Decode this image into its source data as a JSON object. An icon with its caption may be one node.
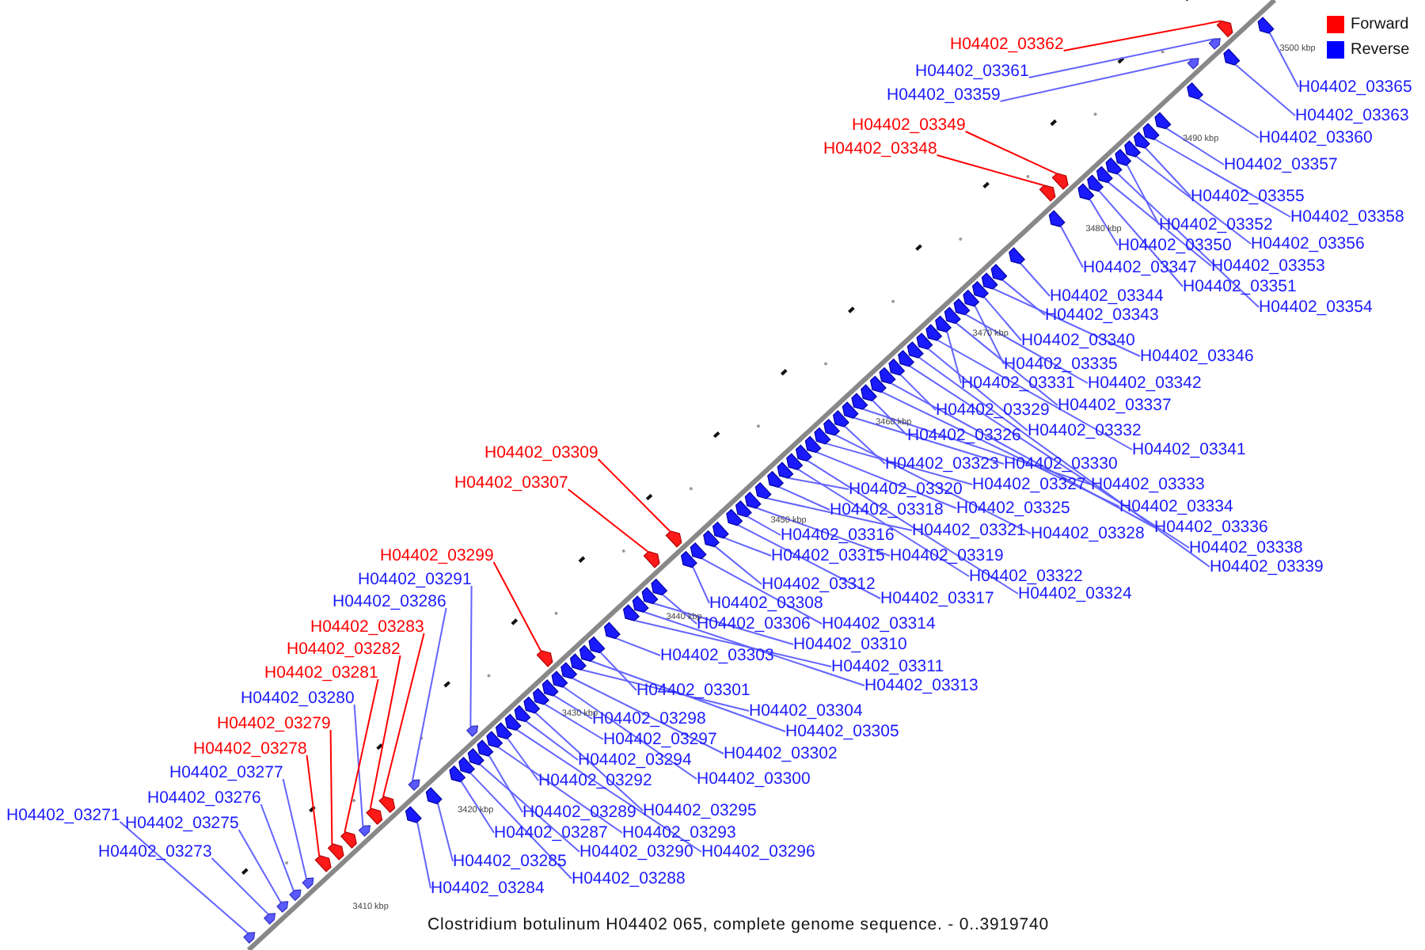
{
  "diagram": {
    "caption": "Clostridium botulinum H04402 065, complete genome sequence. - 0..3919740",
    "nodes": [
      {
        "text": [
          "H04402_03362"
        ]
      },
      {
        "text": [
          "H04402_03361"
        ]
      },
      {
        "text": [
          "H04402_03359"
        ]
      },
      {
        "text": [
          "H04402_03349"
        ]
      },
      {
        "text": [
          "H04402_03348"
        ]
      },
      {
        "text": [
          "H04402_03309"
        ]
      },
      {
        "text": [
          "H04402_03307"
        ]
      },
      {
        "text": [
          "H04402_03299"
        ]
      },
      {
        "text": [
          "H04402_03291"
        ]
      },
      {
        "text": [
          "H04402_03286"
        ]
      },
      {
        "text": [
          "H04402_03283"
        ]
      },
      {
        "text": [
          "H04402_03282"
        ]
      },
      {
        "text": [
          "H04402_03281"
        ]
      },
      {
        "text": [
          "H04402_03280"
        ]
      },
      {
        "text": [
          "H04402_03279"
        ]
      },
      {
        "text": [
          "H04402_03278"
        ]
      },
      {
        "text": [
          "H04402_03277"
        ]
      },
      {
        "text": [
          "H04402_03276"
        ]
      },
      {
        "text": [
          "H04402_03271"
        ]
      },
      {
        "text": [
          "H04402_03275"
        ]
      },
      {
        "text": [
          "H04402_03273"
        ]
      },
      {
        "text": [
          "H04402_03284"
        ]
      },
      {
        "text": [
          "H04402_03285"
        ]
      },
      {
        "text": [
          "H04402_03288"
        ]
      },
      {
        "text": [
          "H04402_03290"
        ]
      },
      {
        "text": [
          "H04402_03287"
        ]
      },
      {
        "text": [
          "H04402_03293"
        ]
      },
      {
        "text": [
          "H04402_03296"
        ]
      },
      {
        "text": [
          "H04402_03289"
        ]
      },
      {
        "text": [
          "H04402_03295"
        ]
      },
      {
        "text": [
          "H04402_03292"
        ]
      },
      {
        "text": [
          "H04402_03300"
        ]
      },
      {
        "text": [
          "H04402_03294"
        ]
      },
      {
        "text": [
          "H04402_03302"
        ]
      },
      {
        "text": [
          "H04402_03297"
        ]
      },
      {
        "text": [
          "H04402_03298"
        ]
      },
      {
        "text": [
          "H04402_03305"
        ]
      },
      {
        "text": [
          "H04402_03304"
        ]
      },
      {
        "text": [
          "H04402_03301"
        ]
      },
      {
        "text": [
          "H04402_03313"
        ]
      },
      {
        "text": [
          "H04402_03311"
        ]
      },
      {
        "text": [
          "H04402_03303"
        ]
      },
      {
        "text": [
          "H04402_03310"
        ]
      },
      {
        "text": [
          "H04402_03306"
        ]
      },
      {
        "text": [
          "H04402_03314"
        ]
      },
      {
        "text": [
          "H04402_03308"
        ]
      },
      {
        "text": [
          "H04402_03317"
        ]
      },
      {
        "text": [
          "H04402_03312"
        ]
      },
      {
        "text": [
          "H04402_03315"
        ]
      },
      {
        "text": [
          "H04402_03319"
        ]
      },
      {
        "text": [
          "H04402_03316"
        ]
      },
      {
        "text": [
          "H04402_03324"
        ]
      },
      {
        "text": [
          "H04402_03322"
        ]
      },
      {
        "text": [
          "H04402_03321"
        ]
      },
      {
        "text": [
          "H04402_03318"
        ]
      },
      {
        "text": [
          "H04402_03325"
        ]
      },
      {
        "text": [
          "H04402_03320"
        ]
      },
      {
        "text": [
          "H04402_03328"
        ]
      },
      {
        "text": [
          "H04402_03327"
        ]
      },
      {
        "text": [
          "H04402_03323"
        ]
      },
      {
        "text": [
          "H04402_03330"
        ]
      },
      {
        "text": [
          "H04402_03333"
        ]
      },
      {
        "text": [
          "H04402_03334"
        ]
      },
      {
        "text": [
          "H04402_03336"
        ]
      },
      {
        "text": [
          "H04402_03338"
        ]
      },
      {
        "text": [
          "H04402_03339"
        ]
      },
      {
        "text": [
          "H04402_03326"
        ]
      },
      {
        "text": [
          "H04402_03332"
        ]
      },
      {
        "text": [
          "H04402_03341"
        ]
      },
      {
        "text": [
          "H04402_03329"
        ]
      },
      {
        "text": [
          "H04402_03337"
        ]
      },
      {
        "text": [
          "H04402_03331"
        ]
      },
      {
        "text": [
          "H04402_03342"
        ]
      },
      {
        "text": [
          "H04402_03335"
        ]
      },
      {
        "text": [
          "H04402_03346"
        ]
      },
      {
        "text": [
          "H04402_03340"
        ]
      },
      {
        "text": [
          "H04402_03343"
        ]
      },
      {
        "text": [
          "H04402_03344"
        ]
      },
      {
        "text": [
          "H04402_03354"
        ]
      },
      {
        "text": [
          "H04402_03351"
        ]
      },
      {
        "text": [
          "H04402_03347"
        ]
      },
      {
        "text": [
          "H04402_03353"
        ]
      },
      {
        "text": [
          "H04402_03350"
        ]
      },
      {
        "text": [
          "H04402_03356"
        ]
      },
      {
        "text": [
          "H04402_03352"
        ]
      },
      {
        "text": [
          "H04402_03358"
        ]
      },
      {
        "text": [
          "H04402_03355"
        ]
      },
      {
        "text": [
          "H04402_03357"
        ]
      },
      {
        "text": [
          "H04402_03360"
        ]
      },
      {
        "text": [
          "H04402_03363"
        ]
      },
      {
        "text": [
          "H04402_03365"
        ]
      },
      {
        "text": [],
        "shape": "arrow"
      },
      {
        "text": [],
        "shape": "arrow"
      },
      {
        "text": [],
        "shape": "arrow"
      },
      {
        "text": [],
        "shape": "arrow"
      },
      {
        "text": [],
        "shape": "arrow"
      },
      {
        "text": [],
        "shape": "arrow"
      },
      {
        "text": [],
        "shape": "arrow"
      },
      {
        "text": [],
        "shape": "arrow"
      },
      {
        "text": [],
        "shape": "arrow"
      },
      {
        "text": [],
        "shape": "arrow"
      },
      {
        "text": [],
        "shape": "arrow"
      },
      {
        "text": [],
        "shape": "arrow"
      },
      {
        "text": [],
        "shape": "arrow"
      },
      {
        "text": [],
        "shape": "arrow"
      },
      {
        "text": [],
        "shape": "arrow"
      },
      {
        "text": [],
        "shape": "arrow"
      },
      {
        "text": [],
        "shape": "arrow"
      },
      {
        "text": [],
        "shape": "arrow"
      },
      {
        "text": [],
        "shape": "arrow"
      },
      {
        "text": [],
        "shape": "arrow"
      },
      {
        "text": [],
        "shape": "arrow"
      },
      {
        "text": [],
        "shape": "arrow"
      },
      {
        "text": [],
        "shape": "arrow"
      },
      {
        "text": [],
        "shape": "arrow"
      },
      {
        "text": [],
        "shape": "arrow"
      },
      {
        "text": [],
        "shape": "arrow"
      },
      {
        "text": [],
        "shape": "arrow"
      },
      {
        "text": [],
        "shape": "arrow"
      },
      {
        "text": [],
        "shape": "arrow"
      },
      {
        "text": [],
        "shape": "arrow"
      },
      {
        "text": [],
        "shape": "arrow"
      },
      {
        "text": [],
        "shape": "arrow"
      },
      {
        "text": [],
        "shape": "arrow"
      },
      {
        "text": [],
        "shape": "arrow"
      },
      {
        "text": [],
        "shape": "arrow"
      },
      {
        "text": [],
        "shape": "arrow"
      },
      {
        "text": [],
        "shape": "arrow"
      },
      {
        "text": [],
        "shape": "arrow"
      },
      {
        "text": [],
        "shape": "arrow"
      },
      {
        "text": [],
        "shape": "arrow"
      },
      {
        "text": [],
        "shape": "arrow"
      },
      {
        "text": [],
        "shape": "arrow"
      },
      {
        "text": [],
        "shape": "arrow"
      },
      {
        "text": [],
        "shape": "arrow"
      },
      {
        "text": [],
        "shape": "arrow"
      },
      {
        "text": [],
        "shape": "arrow"
      },
      {
        "text": [],
        "shape": "arrow"
      },
      {
        "text": [],
        "shape": "arrow"
      },
      {
        "text": [],
        "shape": "arrow"
      },
      {
        "text": [],
        "shape": "arrow"
      },
      {
        "text": [],
        "shape": "arrow"
      },
      {
        "text": [],
        "shape": "arrow"
      },
      {
        "text": [],
        "shape": "arrow"
      },
      {
        "text": [],
        "shape": "arrow"
      },
      {
        "text": [],
        "shape": "arrow"
      },
      {
        "text": [],
        "shape": "arrow"
      },
      {
        "text": [],
        "shape": "arrow"
      },
      {
        "text": [],
        "shape": "arrow"
      },
      {
        "text": [],
        "shape": "arrow"
      },
      {
        "text": [],
        "shape": "arrow"
      },
      {
        "text": [],
        "shape": "arrow"
      },
      {
        "text": [],
        "shape": "arrow"
      },
      {
        "text": [],
        "shape": "arrow"
      },
      {
        "text": [],
        "shape": "arrow"
      },
      {
        "text": [],
        "shape": "arrow"
      },
      {
        "text": [],
        "shape": "arrow"
      },
      {
        "text": [],
        "shape": "arrow"
      },
      {
        "text": [],
        "shape": "arrow"
      },
      {
        "text": [],
        "shape": "arrow"
      },
      {
        "text": [],
        "shape": "arrow"
      },
      {
        "text": [],
        "shape": "arrow"
      },
      {
        "text": [],
        "shape": "arrow"
      },
      {
        "text": [],
        "shape": "arrow"
      },
      {
        "text": [],
        "shape": "arrow"
      },
      {
        "text": [],
        "shape": "arrow"
      },
      {
        "text": [],
        "shape": "arrow"
      },
      {
        "text": [],
        "shape": "arrow"
      },
      {
        "text": [],
        "shape": "arrow"
      },
      {
        "text": [],
        "shape": "arrow"
      },
      {
        "text": [],
        "shape": "arrow"
      },
      {
        "text": [],
        "shape": "arrow"
      },
      {
        "text": [],
        "shape": "arrow"
      },
      {
        "text": [],
        "shape": "arrow"
      },
      {
        "text": [],
        "shape": "arrow"
      },
      {
        "text": [],
        "shape": "arrow"
      },
      {
        "text": [],
        "shape": "arrow"
      },
      {
        "text": [],
        "shape": "arrow"
      },
      {
        "text": [],
        "shape": "arrow"
      },
      {
        "text": [],
        "shape": "arrow"
      },
      {
        "text": [],
        "shape": "arrow"
      },
      {
        "text": [],
        "shape": "arrow"
      }
    ],
    "edges": [
      {
        "from": 0,
        "to": 180,
        "arrow": "none",
        "color": "#ff0000"
      },
      {
        "from": 1,
        "to": 179,
        "arrow": "none"
      },
      {
        "from": 2,
        "to": 177,
        "arrow": "none"
      },
      {
        "from": 3,
        "to": 166,
        "arrow": "none",
        "color": "#ff0000"
      },
      {
        "from": 4,
        "to": 165,
        "arrow": "none",
        "color": "#ff0000"
      },
      {
        "from": 5,
        "to": 131,
        "arrow": "none",
        "color": "#ff0000"
      },
      {
        "from": 6,
        "to": 128,
        "arrow": "none",
        "color": "#ff0000"
      },
      {
        "from": 7,
        "to": 119,
        "arrow": "none",
        "color": "#ff0000"
      },
      {
        "from": 8,
        "to": 110,
        "arrow": "none"
      },
      {
        "from": 9,
        "to": 103,
        "arrow": "none"
      },
      {
        "from": 10,
        "to": 101,
        "arrow": "none",
        "color": "#ff0000"
      },
      {
        "from": 11,
        "to": 100,
        "arrow": "none",
        "color": "#ff0000"
      },
      {
        "from": 12,
        "to": 98,
        "arrow": "none",
        "color": "#ff0000"
      },
      {
        "from": 13,
        "to": 99,
        "arrow": "none"
      },
      {
        "from": 14,
        "to": 97,
        "arrow": "none",
        "color": "#ff0000"
      },
      {
        "from": 15,
        "to": 96,
        "arrow": "none",
        "color": "#ff0000"
      },
      {
        "from": 16,
        "to": 95,
        "arrow": "none"
      },
      {
        "from": 17,
        "to": 94,
        "arrow": "none"
      },
      {
        "from": 18,
        "to": 91,
        "arrow": "none"
      },
      {
        "from": 19,
        "to": 93,
        "arrow": "none"
      },
      {
        "from": 20,
        "to": 92,
        "arrow": "none"
      },
      {
        "from": 21,
        "to": 102,
        "arrow": "none"
      },
      {
        "from": 22,
        "to": 104,
        "arrow": "none"
      },
      {
        "from": 23,
        "to": 106,
        "arrow": "none"
      },
      {
        "from": 24,
        "to": 107,
        "arrow": "none"
      },
      {
        "from": 25,
        "to": 105,
        "arrow": "none"
      },
      {
        "from": 26,
        "to": 109,
        "arrow": "none"
      },
      {
        "from": 27,
        "to": 112,
        "arrow": "none"
      },
      {
        "from": 28,
        "to": 108,
        "arrow": "none"
      },
      {
        "from": 29,
        "to": 114,
        "arrow": "none"
      },
      {
        "from": 30,
        "to": 111,
        "arrow": "none"
      },
      {
        "from": 31,
        "to": 117,
        "arrow": "none"
      },
      {
        "from": 32,
        "to": 113,
        "arrow": "none"
      },
      {
        "from": 33,
        "to": 118,
        "arrow": "none"
      },
      {
        "from": 34,
        "to": 115,
        "arrow": "none"
      },
      {
        "from": 35,
        "to": 116,
        "arrow": "none"
      },
      {
        "from": 36,
        "to": 121,
        "arrow": "none"
      },
      {
        "from": 37,
        "to": 120,
        "arrow": "none"
      },
      {
        "from": 38,
        "to": 122,
        "arrow": "none"
      },
      {
        "from": 39,
        "to": 125,
        "arrow": "none"
      },
      {
        "from": 40,
        "to": 124,
        "arrow": "none"
      },
      {
        "from": 41,
        "to": 123,
        "arrow": "none"
      },
      {
        "from": 42,
        "to": 126,
        "arrow": "none"
      },
      {
        "from": 43,
        "to": 127,
        "arrow": "none"
      },
      {
        "from": 44,
        "to": 130,
        "arrow": "none"
      },
      {
        "from": 45,
        "to": 129,
        "arrow": "none"
      },
      {
        "from": 46,
        "to": 134,
        "arrow": "none"
      },
      {
        "from": 47,
        "to": 132,
        "arrow": "none"
      },
      {
        "from": 48,
        "to": 133,
        "arrow": "none"
      },
      {
        "from": 49,
        "to": 136,
        "arrow": "none"
      },
      {
        "from": 50,
        "to": 135,
        "arrow": "none"
      },
      {
        "from": 51,
        "to": 141,
        "arrow": "none"
      },
      {
        "from": 52,
        "to": 140,
        "arrow": "none"
      },
      {
        "from": 53,
        "to": 137,
        "arrow": "none"
      },
      {
        "from": 54,
        "to": 138,
        "arrow": "none"
      },
      {
        "from": 55,
        "to": 142,
        "arrow": "none"
      },
      {
        "from": 56,
        "to": 139,
        "arrow": "none"
      },
      {
        "from": 57,
        "to": 144,
        "arrow": "none"
      },
      {
        "from": 58,
        "to": 143,
        "arrow": "none"
      },
      {
        "from": 59,
        "to": 145,
        "arrow": "none"
      },
      {
        "from": 60,
        "to": 146,
        "arrow": "none"
      },
      {
        "from": 61,
        "to": 147,
        "arrow": "none"
      },
      {
        "from": 62,
        "to": 149,
        "arrow": "none"
      },
      {
        "from": 63,
        "to": 150,
        "arrow": "none"
      },
      {
        "from": 64,
        "to": 152,
        "arrow": "none"
      },
      {
        "from": 65,
        "to": 153,
        "arrow": "none"
      },
      {
        "from": 66,
        "to": 148,
        "arrow": "none"
      },
      {
        "from": 67,
        "to": 154,
        "arrow": "none"
      },
      {
        "from": 68,
        "to": 155,
        "arrow": "none"
      },
      {
        "from": 69,
        "to": 151,
        "arrow": "none"
      },
      {
        "from": 70,
        "to": 157,
        "arrow": "none"
      },
      {
        "from": 71,
        "to": 156,
        "arrow": "none"
      },
      {
        "from": 72,
        "to": 158,
        "arrow": "none"
      },
      {
        "from": 73,
        "to": 159,
        "arrow": "none"
      },
      {
        "from": 74,
        "to": 161,
        "arrow": "none"
      },
      {
        "from": 75,
        "to": 160,
        "arrow": "none"
      },
      {
        "from": 76,
        "to": 162,
        "arrow": "none"
      },
      {
        "from": 77,
        "to": 163,
        "arrow": "none"
      },
      {
        "from": 78,
        "to": 170,
        "arrow": "none"
      },
      {
        "from": 79,
        "to": 168,
        "arrow": "none"
      },
      {
        "from": 80,
        "to": 164,
        "arrow": "none"
      },
      {
        "from": 81,
        "to": 169,
        "arrow": "none"
      },
      {
        "from": 82,
        "to": 167,
        "arrow": "none"
      },
      {
        "from": 83,
        "to": 172,
        "arrow": "none"
      },
      {
        "from": 84,
        "to": 171,
        "arrow": "none"
      },
      {
        "from": 85,
        "to": 174,
        "arrow": "none"
      },
      {
        "from": 86,
        "to": 173,
        "arrow": "none"
      },
      {
        "from": 87,
        "to": 175,
        "arrow": "none"
      },
      {
        "from": 88,
        "to": 176,
        "arrow": "none"
      },
      {
        "from": 89,
        "to": 178,
        "arrow": "none"
      },
      {
        "from": 90,
        "to": 181,
        "arrow": "none"
      }
    ],
    "labels": [
      "3410 kbp",
      "3420 kbp",
      "3430 kbp",
      "3440 kbp",
      "3450 kbp",
      "3460 kbp",
      "3470 kbp",
      "3480 kbp",
      "3490 kbp",
      "3500 kbp"
    ],
    "legend": [
      {
        "text": "Forward",
        "color": "#ff0000"
      },
      {
        "text": "Reverse",
        "color": "#0000ff"
      }
    ]
  }
}
